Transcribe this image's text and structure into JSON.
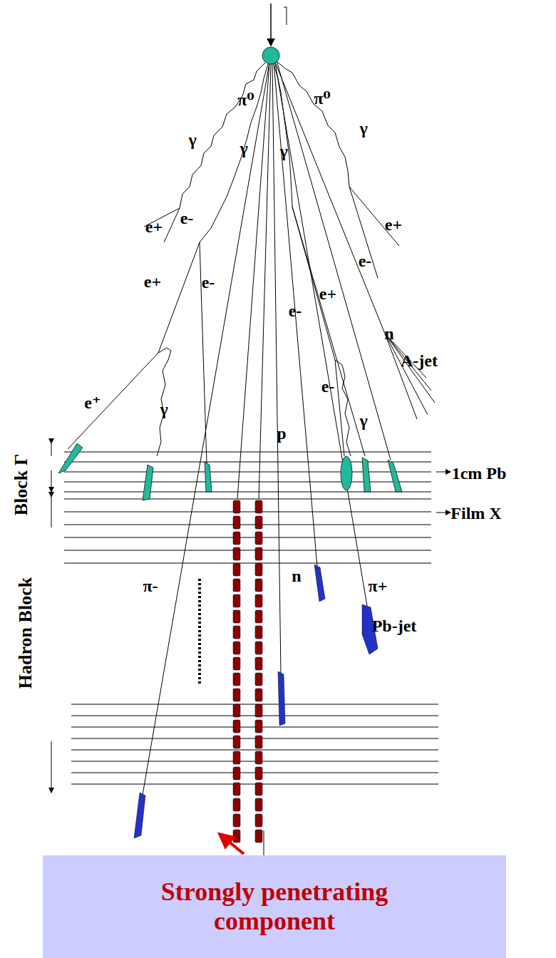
{
  "diagram": {
    "nodes": [
      {
        "text": [
          "Strongly penetrating component"
        ]
      }
    ],
    "labels": [
      "π⁰",
      "π⁰",
      "γ",
      "γ",
      "γ",
      "γ",
      "e+",
      "e-",
      "e+",
      "e+",
      "e-",
      "e-",
      "e+",
      "e-",
      "n",
      "A-jet",
      "e⁺",
      "γ",
      "e-",
      "γ",
      "p",
      "Block Γ",
      "1cm Pb",
      "Film X",
      "n",
      "π+",
      "Hadron Block",
      "Pb-jet",
      "π-"
    ]
  }
}
